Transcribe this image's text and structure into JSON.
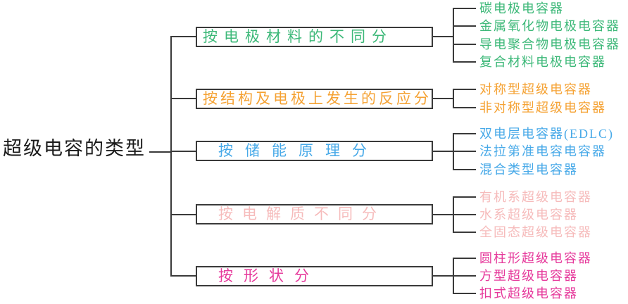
{
  "title": "超级电容的类型",
  "diagram": {
    "line_color": "#3a3a3a",
    "background_color": "#ffffff"
  },
  "branches": [
    {
      "label": "按电极材料的不同分",
      "color": "#3CB878",
      "leaves": [
        "碳电极电容器",
        "金属氧化物电极电容器",
        "导电聚合物电极电容器",
        "复合材料电极电容器"
      ]
    },
    {
      "label": "按结构及电极上发生的反应分",
      "color": "#F5A233",
      "leaves": [
        "对称型超级电容器",
        "非对称型超级电容器"
      ]
    },
    {
      "label": "按储能原理分",
      "color": "#47A9E8",
      "leaves": [
        "双电层电容器(EDLC)",
        "法拉第准电容电容器",
        "混合类型电容器"
      ]
    },
    {
      "label": "按电解质不同分",
      "color": "#F6BBBB",
      "leaves": [
        "有机系超级电容器",
        "水系超级电容器",
        "全固态超级电容器"
      ]
    },
    {
      "label": "按形状分",
      "color": "#E6399B",
      "leaves": [
        "圆柱形超级电容器",
        "方型超级电容器",
        "扣式超级电容器"
      ]
    }
  ]
}
